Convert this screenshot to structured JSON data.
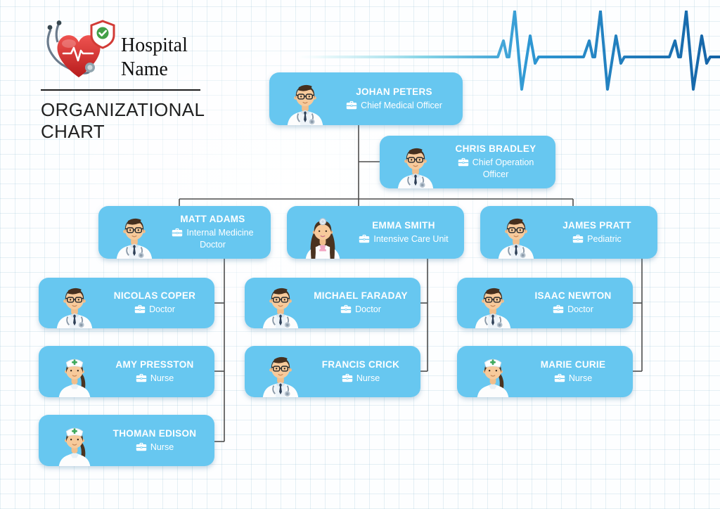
{
  "header": {
    "logo_title_line1": "Hospital",
    "logo_title_line2": "Name",
    "heading_line1": "ORGANIZATIONAL",
    "heading_line2": "CHART"
  },
  "org": {
    "nodes": [
      {
        "name": "JOHAN PETERS",
        "title": "Chief Medical Officer",
        "avatar": "male-doctor"
      },
      {
        "name": "CHRIS BRADLEY",
        "title": "Chief Operation Officer",
        "avatar": "male-doctor"
      },
      {
        "name": "MATT ADAMS",
        "title": "Internal Medicine Doctor",
        "avatar": "male-doctor"
      },
      {
        "name": "EMMA SMITH",
        "title": "Intensive Care Unit",
        "avatar": "female-doctor"
      },
      {
        "name": "JAMES PRATT",
        "title": "Pediatric",
        "avatar": "male-doctor"
      },
      {
        "name": "NICOLAS COPER",
        "title": "Doctor",
        "avatar": "male-doctor"
      },
      {
        "name": "MICHAEL FARADAY",
        "title": "Doctor",
        "avatar": "male-doctor"
      },
      {
        "name": "ISAAC NEWTON",
        "title": "Doctor",
        "avatar": "male-doctor"
      },
      {
        "name": "AMY PRESSTON",
        "title": "Nurse",
        "avatar": "nurse"
      },
      {
        "name": "FRANCIS CRICK",
        "title": "Nurse",
        "avatar": "male-doctor"
      },
      {
        "name": "MARIE CURIE",
        "title": "Nurse",
        "avatar": "nurse"
      },
      {
        "name": "THOMAN EDISON",
        "title": "Nurse",
        "avatar": "nurse"
      }
    ]
  },
  "colors": {
    "card": "#67c7f0",
    "connector": "#4d4d4d",
    "ekg_dark": "#1463a6",
    "heart_red": "#c62828",
    "check_green": "#43a047"
  }
}
